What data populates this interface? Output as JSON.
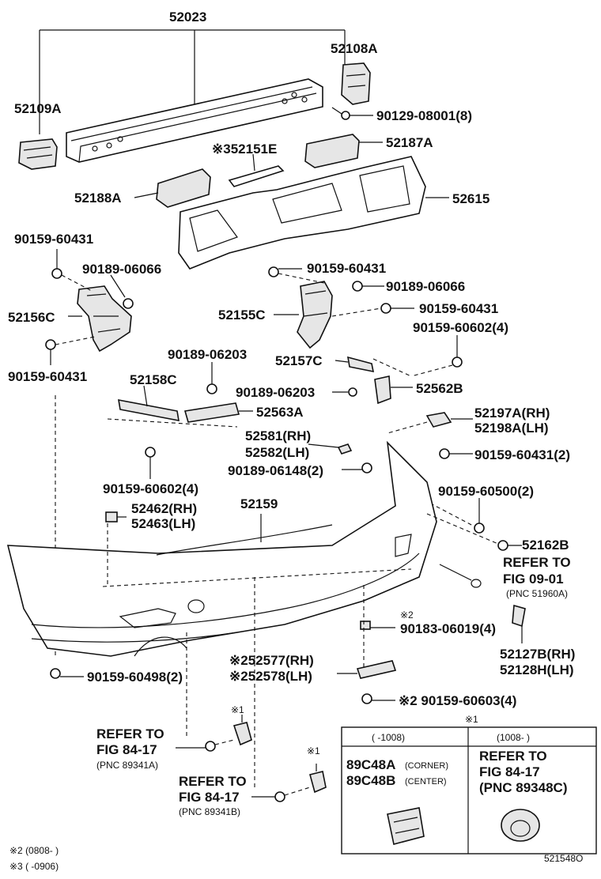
{
  "labels": {
    "p52023": "52023",
    "p52108A": "52108A",
    "p52109A": "52109A",
    "p90129": "90129-08001(8)",
    "p52151E": "※352151E",
    "p52187A": "52187A",
    "p52188A": "52188A",
    "p52615": "52615",
    "p90159_a": "90159-60431",
    "p90189_a": "90189-06066",
    "p90159_b": "90159-60431",
    "p90189_b": "90189-06066",
    "p52156C": "52156C",
    "p52155C": "52155C",
    "p90159_c": "90159-60431",
    "p90159_602a": "90159-60602(4)",
    "p90159_d": "90159-60431",
    "p90189_06203a": "90189-06203",
    "p52157C": "52157C",
    "p52158C": "52158C",
    "p90189_06203b": "90189-06203",
    "p52562B": "52562B",
    "p52563A": "52563A",
    "p52197A": "52197A(RH)",
    "p52198A": "52198A(LH)",
    "p52581": "52581(RH)",
    "p52582": "52582(LH)",
    "p90159_431_2": "90159-60431(2)",
    "p90189_06148": "90189-06148(2)",
    "p90159_602b": "90159-60602(4)",
    "p90159_500": "90159-60500(2)",
    "p52462": "52462(RH)",
    "p52463": "52463(LH)",
    "p52159": "52159",
    "p52162B": "52162B",
    "refer1_a": "REFER TO",
    "refer1_b": "FIG 09-01",
    "refer1_c": "(PNC 51960A)",
    "p90183": "90183-06019(4)",
    "p52127B": "52127B(RH)",
    "p52128H": "52128H(LH)",
    "p52577": "※252577(RH)",
    "p52578": "※252578(LH)",
    "p90159_498": "90159-60498(2)",
    "p90159_603": "※2 90159-60603(4)",
    "note1_top": "※1",
    "note1_a": "※1",
    "note1_b": "※1",
    "refer2_a": "REFER TO",
    "refer2_b": "FIG 84-17",
    "refer2_c": "(PNC 89341A)",
    "refer3_a": "REFER TO",
    "refer3_b": "FIG 84-17",
    "refer3_c": "(PNC 89341B)",
    "foot2": "※2 (0808-      )",
    "foot3": "※3 (      -0906)",
    "diagram_id": "521548O"
  },
  "inset": {
    "left_header": "(      -1008)",
    "right_header": "(1008-      )",
    "part1": "89C48A",
    "part1_note": "(CORNER)",
    "part2": "89C48B",
    "part2_note": "(CENTER)",
    "refer_a": "REFER TO",
    "refer_b": "FIG 84-17",
    "refer_c": "(PNC 89348C)"
  }
}
